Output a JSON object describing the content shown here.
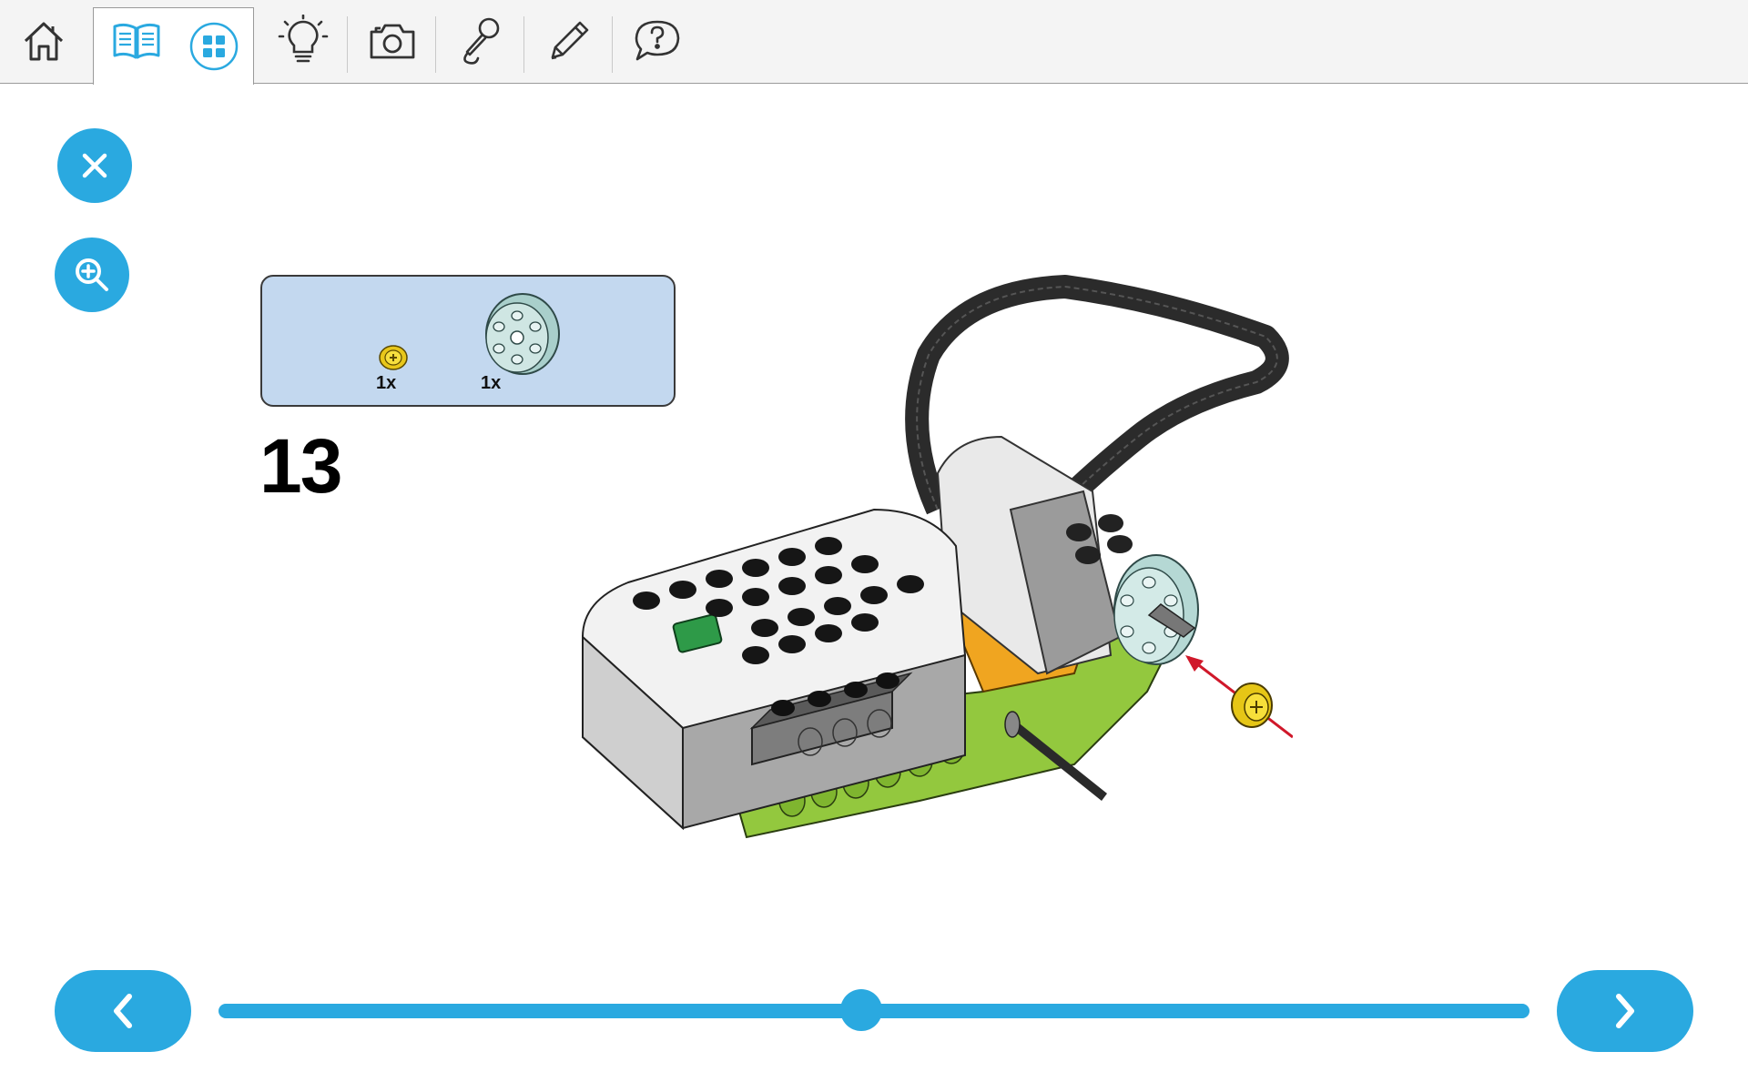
{
  "toolbar": {
    "items": [
      {
        "name": "home-icon"
      },
      {
        "name": "book-icon"
      },
      {
        "name": "grid-icon"
      },
      {
        "name": "lightbulb-icon"
      },
      {
        "name": "camera-icon"
      },
      {
        "name": "microphone-icon"
      },
      {
        "name": "pencil-icon"
      },
      {
        "name": "help-speech-icon"
      }
    ]
  },
  "parts": [
    {
      "qty": "1x",
      "name": "yellow-bushing"
    },
    {
      "qty": "1x",
      "name": "pulley-wheel"
    }
  ],
  "step": {
    "number": "13"
  },
  "navigation": {
    "progress": 0.49
  },
  "colors": {
    "accent": "#2aa9e0",
    "callout_bg": "#c3d8ef"
  }
}
